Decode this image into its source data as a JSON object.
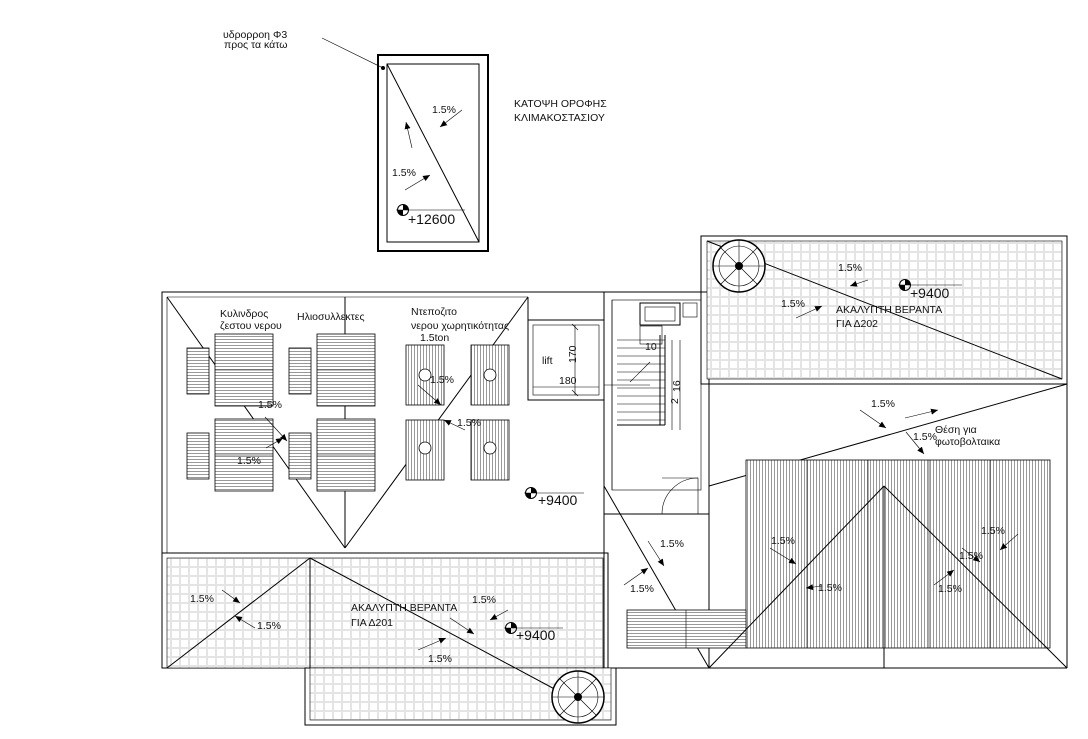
{
  "stair_roof": {
    "title_line1": "ΚΑΤΟΨΗ ΟΡΟΦΗΣ",
    "title_line2": "ΚΛΙΜΑΚΟΣΤΑΣΙΟΥ",
    "drain_line1": "υδρορροη Φ3",
    "drain_line2": "προς τα κάτω",
    "slope_a": "1.5%",
    "slope_b": "1.5%",
    "elevation": "+12600"
  },
  "main_roof": {
    "cylinder_line1": "Κυλινδρος",
    "cylinder_line2": "ζεστου νερου",
    "collectors": "Ηλιοσυλλεκτες",
    "tank_line1": "Ντεποζιτο",
    "tank_line2": "νερου χωρητικότητας",
    "tank_line3": "1.5ton",
    "slope_1": "1.5%",
    "slope_2": "1.5%",
    "slope_3": "1.5%",
    "slope_4": "1.5%",
    "elevation": "+9400"
  },
  "lift": {
    "label": "lift",
    "dim_vertical": "170",
    "dim_horizontal": "180",
    "stair_dim_1": "10",
    "stair_dim_2": "16",
    "stair_dim_3": "2"
  },
  "veranda_d202": {
    "label_line1": "ΑΚΑΛΥΠΤΗ ΒΕΡΑΝΤΑ",
    "label_line2": "ΓΙΑ Δ202",
    "slope_1": "1.5%",
    "slope_2": "1.5%",
    "elevation": "+9400"
  },
  "pv_area": {
    "label_line1": "Θέση για",
    "label_line2": "φωτοβολταικα",
    "slope_1": "1.5%",
    "slope_2": "1.5%",
    "slope_3": "1.5%",
    "slope_4": "1.5%",
    "slope_5": "1.5%",
    "slope_6": "1.5%",
    "slope_7": "1.5%",
    "slope_8": "1.5%",
    "slope_9": "1.5%"
  },
  "veranda_d201": {
    "label_line1": "ΑΚΑΛΥΠΤΗ ΒΕΡΑΝΤΑ",
    "label_line2": "ΓΙΑ Δ201",
    "slope_1": "1.5%",
    "slope_2": "1.5%",
    "slope_3": "1.5%",
    "slope_4": "1.5%",
    "elevation": "+9400"
  }
}
